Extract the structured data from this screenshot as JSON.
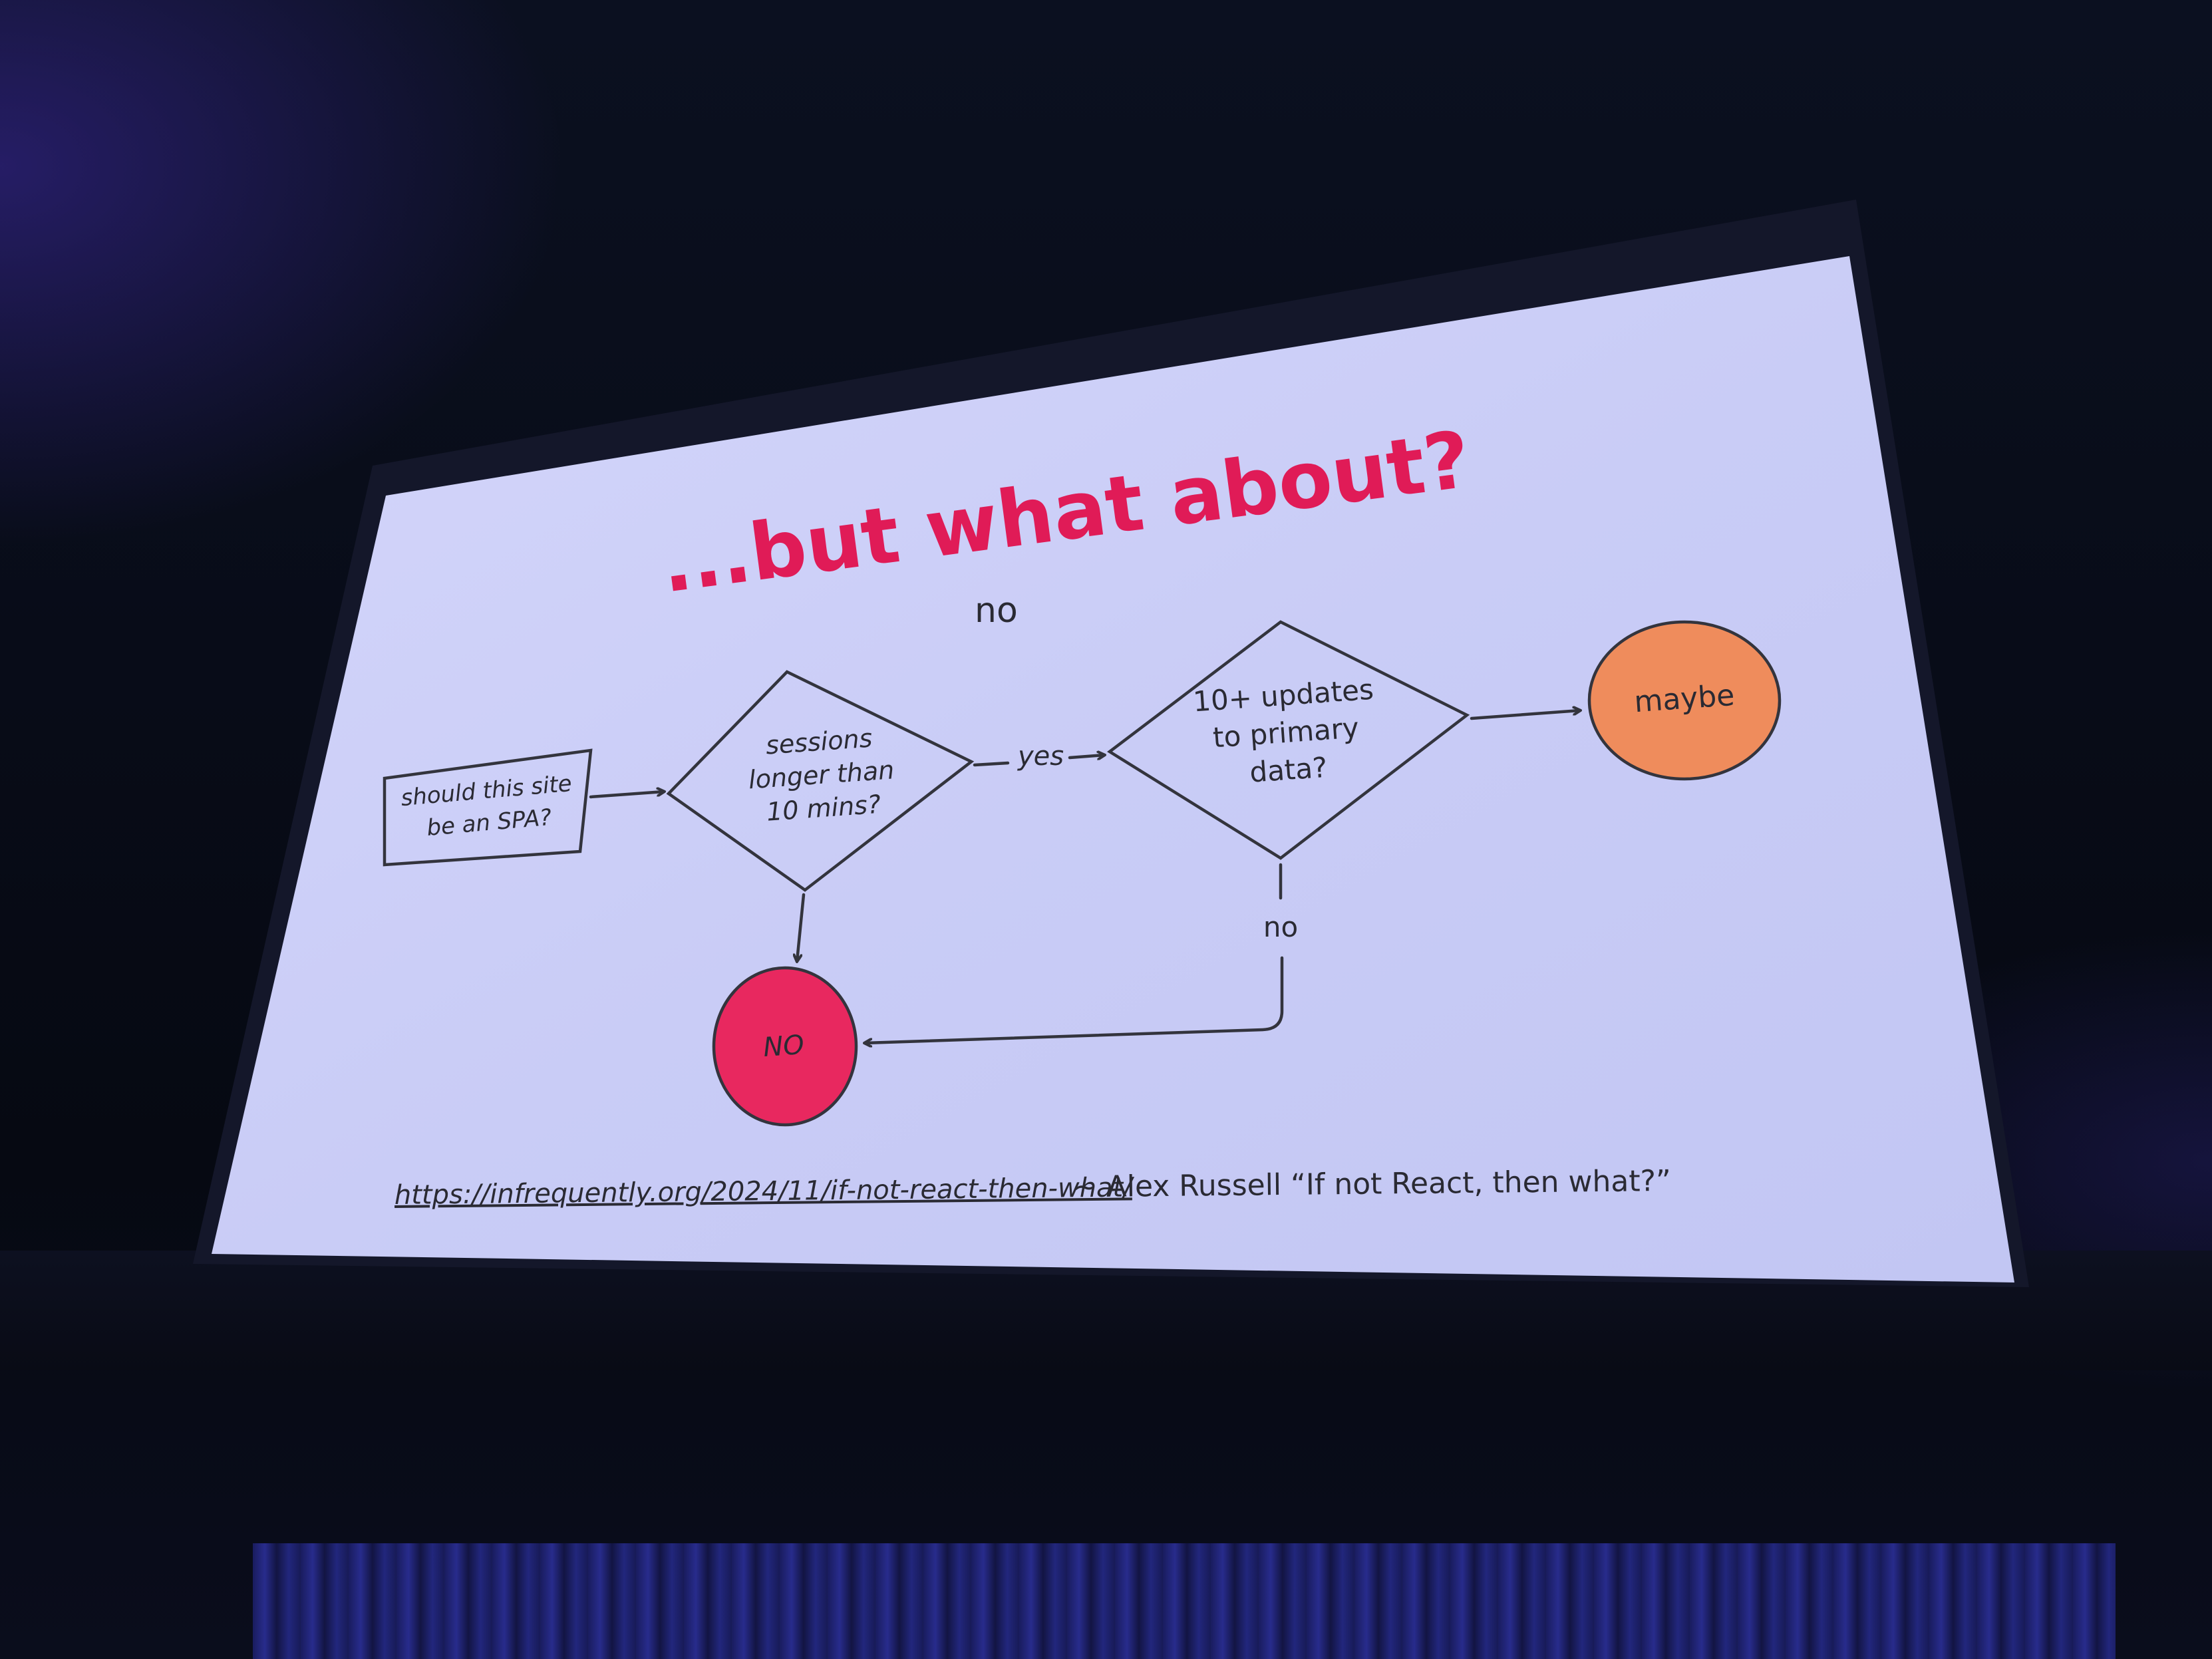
{
  "slide": {
    "title": "...but what about?",
    "top_label": "no",
    "nodes": {
      "start_line1": "should this site",
      "start_line2": "be an SPA?",
      "sessions_line1": "sessions",
      "sessions_line2": "longer than",
      "sessions_line3": "10 mins?",
      "updates_line1": "10+ updates",
      "updates_line2": "to primary",
      "updates_line3": "data?",
      "maybe": "maybe",
      "no_result": "NO"
    },
    "edge_labels": {
      "yes": "yes",
      "no": "no"
    },
    "footer": {
      "link": "https://infrequently.org/2024/11/if-not-react-then-what/",
      "attribution": "~ Alex Russell “If not React, then what?”"
    },
    "colors": {
      "title": "#e01b57",
      "no_circle": "#e8285f",
      "maybe_circle": "#ef8c5c",
      "slide_background": "#c9cdf7"
    }
  }
}
